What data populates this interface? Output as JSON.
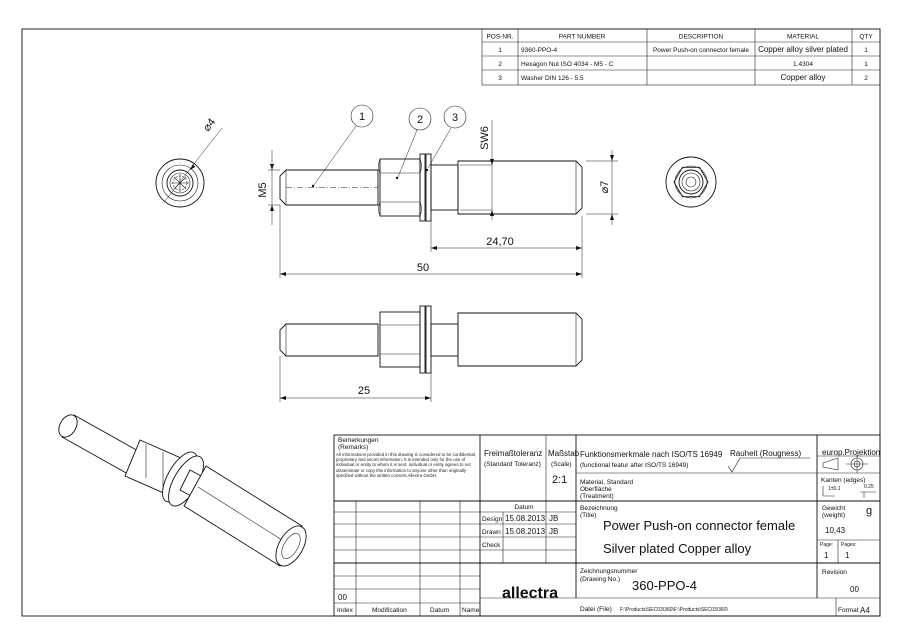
{
  "bom": {
    "headers": [
      "POS-NR.",
      "PART NUMBER",
      "DESCRIPTION",
      "MATERIAL",
      "QTY"
    ],
    "rows": [
      [
        "1",
        "9360-PPO-4",
        "Power Push-on connector female",
        "Copper alloy silver plated",
        "1"
      ],
      [
        "2",
        "Hexagon Nut ISO 4034 - M5 - C",
        "",
        "1.4304",
        "1"
      ],
      [
        "3",
        "Washer DIN 126 - 5.5",
        "",
        "Copper alloy",
        "2"
      ]
    ]
  },
  "dimensions": {
    "dia4": "⌀4",
    "m5": "M5",
    "sw6": "SW6",
    "dia7": "⌀7",
    "len_24_70": "24,70",
    "len_50": "50",
    "len_25": "25"
  },
  "balloons": [
    "1",
    "2",
    "3"
  ],
  "title_block": {
    "remarks_label": "Bemerkungen",
    "remarks_label_en": "(Remarks)",
    "remarks_text": "All informations provided in this drawing is considered to be confidential, proprietary and secret information. It is intended only for the use of individual or entity to whom it is sent. individual or entity agrees to not disseminate or copy this information to anyone other than originally specified without the written consent Allectra GmbH.",
    "tolerance_label": "Freimaßtoleranz",
    "tolerance_label_en": "(Standard Toleranz)",
    "scale_label": "Maßstab",
    "scale_label_en": "(Scale)",
    "scale_value": "2:1",
    "function_label": "Funktionsmerkmale nach ISO/TS 16949",
    "function_label_en": "(functional featur after ISO/TS 16949)",
    "roughness_label": "Rauheit (Rougness)",
    "projection_label": "europ.Projektion",
    "material_label": "Material, Standard",
    "surface_label": "Oberfläche",
    "treatment_label": "(Treatment)",
    "edges_label": "Kanten (edges)",
    "edge_val_1": "1±0.1",
    "edge_val_2": "0.25",
    "date_header": "Datum",
    "design_label": "Design",
    "design_date": "15.08.2013",
    "design_name": "JB",
    "drawn_label": "Drawn",
    "drawn_date": "15.08.2013",
    "drawn_name": "JB",
    "check_label": "Check",
    "title_label": "Bezeichnung",
    "title_label_en": "(Title)",
    "title_line1": "Power Push-on connector female",
    "title_line2": "Silver plated Copper alloy",
    "weight_label": "Gewicht",
    "weight_label_en": "(weight)",
    "weight_unit": "g",
    "weight_value": "10,43",
    "page_label": "Page:",
    "pages_label": "Pages:",
    "page_value": "1",
    "pages_value": "1",
    "drawing_no_label": "Zeichnungsnummer",
    "drawing_no_label_en": "(Drawing No.)",
    "drawing_no": "360-PPO-4",
    "revision_label": "Revision",
    "revision_value": "00",
    "rev_index_value": "00",
    "index_label": "Index",
    "modification_label": "Modification",
    "datum_label": "Datum",
    "name_label": "Name",
    "file_label": "Datei (File)",
    "file_path": "F:\\Products\\SEC03\\360\\F:\\Products\\SEC03\\360\\",
    "format_label": "Format",
    "format_value": "A4",
    "logo_text": "allectra"
  }
}
